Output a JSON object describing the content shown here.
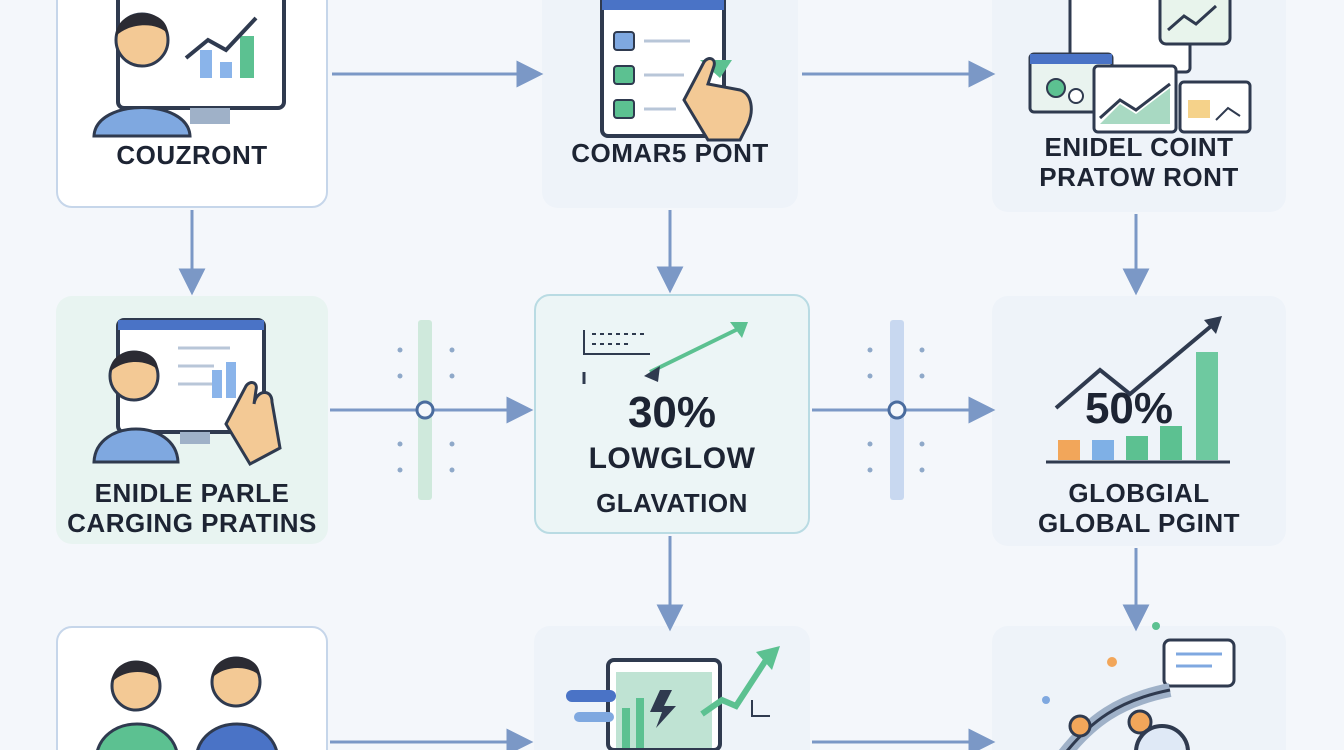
{
  "nodes": {
    "n1": {
      "label": "COUZRONT"
    },
    "n2": {
      "label": "COMAR5 PONT"
    },
    "n3": {
      "line1": "ENIDEL COINT",
      "line2": "PRATOW RONT"
    },
    "n4": {
      "line1": "ENIDLE PARLE",
      "line2": "CARGING PRATINS"
    },
    "n5": {
      "value": "30%",
      "line1": "LOWGLOW",
      "line2": "GLAVATION"
    },
    "n6": {
      "value": "50%",
      "line1": "GLOBGIAL",
      "line2": "GLOBAL PGINT"
    }
  },
  "colors": {
    "arrow": "#7b98c6",
    "green": "#5cc191",
    "blue": "#4a73c6",
    "person_blue": "#7fa8e0",
    "skin": "#f3c995",
    "hair": "#2b2b33"
  },
  "icons": [
    "person-at-monitor-icon",
    "checklist-tap-icon",
    "dashboard-windows-icon",
    "person-touchscreen-icon",
    "growth-arrow-icon",
    "bar-chart-icon",
    "two-people-icon",
    "laptop-growth-icon",
    "robot-arm-magnifier-icon"
  ]
}
